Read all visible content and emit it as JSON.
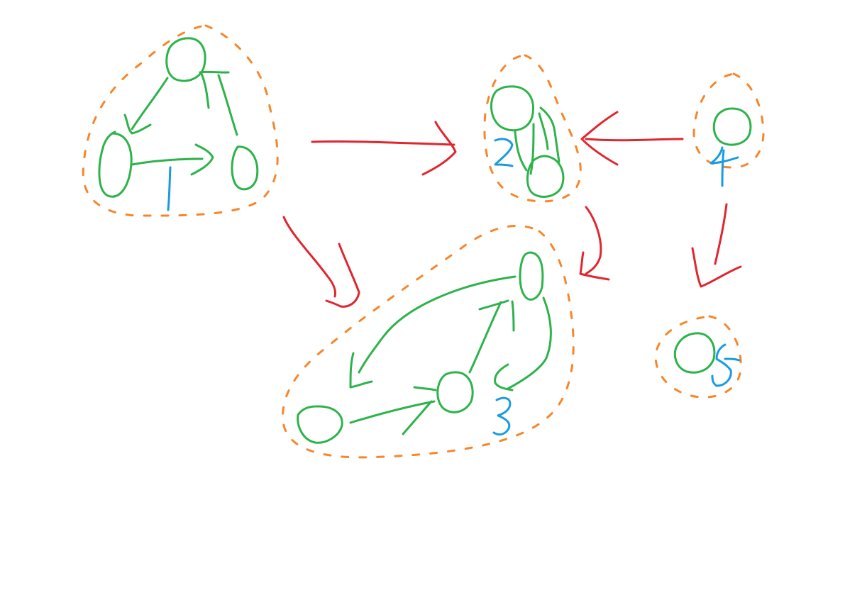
{
  "colors": {
    "background": "#ffffff",
    "node": "#2db34a",
    "cluster_boundary": "#f7862a",
    "cluster_edge": "#e0262f",
    "label": "#1a9be0"
  },
  "clusters": [
    {
      "id": "c1",
      "label": "1",
      "nodes": 3
    },
    {
      "id": "c2",
      "label": "2",
      "nodes": 2
    },
    {
      "id": "c3",
      "label": "3",
      "nodes": 3
    },
    {
      "id": "c4",
      "label": "4",
      "nodes": 1
    },
    {
      "id": "c5",
      "label": "5",
      "nodes": 1
    }
  ],
  "cluster_edges": [
    {
      "from": "1",
      "to": "2"
    },
    {
      "from": "1",
      "to": "3"
    },
    {
      "from": "4",
      "to": "2"
    },
    {
      "from": "2",
      "to": "3"
    },
    {
      "from": "4",
      "to": "5"
    }
  ]
}
